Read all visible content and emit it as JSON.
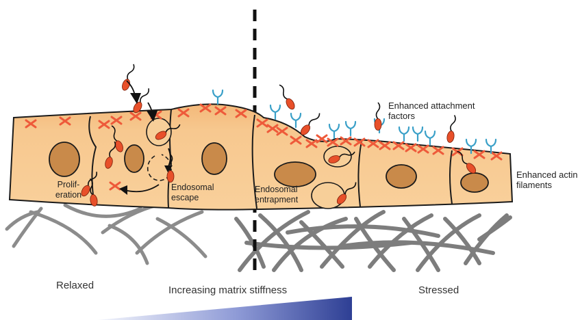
{
  "labels": {
    "proliferation": "Prolif-\neration",
    "endosomal_escape": "Endosomal\nescape",
    "endosomal_entrapment": "Endosomal\nentrapment",
    "enhanced_attachment": "Enhanced attachment\nfactors",
    "enhanced_actin": "Enhanced actin\nfilaments",
    "relaxed": "Relaxed",
    "increasing_stiffness": "Increasing matrix stiffness",
    "stressed": "Stressed"
  },
  "colors": {
    "cell_fill": "#f6c58a",
    "cell_outline": "#1a1a1a",
    "nucleus": "#c98a4a",
    "actin": "#ee5a3a",
    "bacterium": "#e8502a",
    "receptor": "#3aa0c8",
    "matrix_fiber": "#8c8c8c",
    "gradient_start": "#eef1fb",
    "gradient_end": "#2e3f94"
  }
}
